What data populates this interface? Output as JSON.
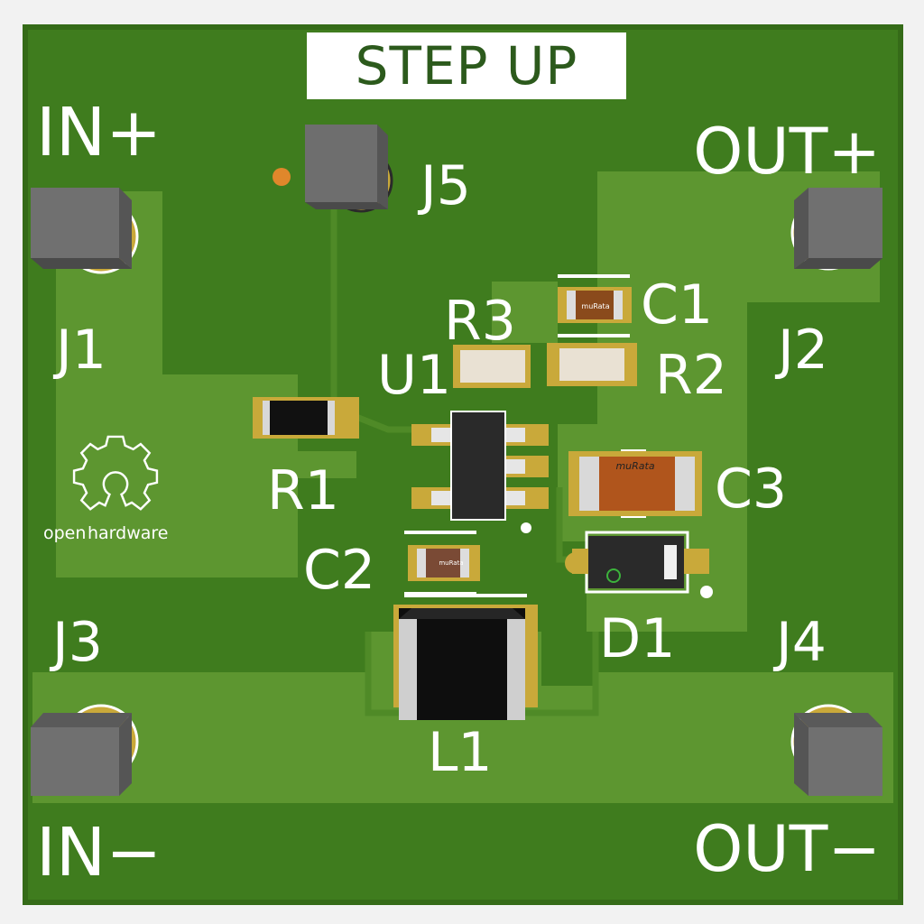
{
  "board": {
    "title": "STEP UP",
    "colors": {
      "background": "#f2f2f2",
      "board": "#3f7c1e",
      "copper_pour": "#5d9630",
      "trace": "#548c2a",
      "silkscreen": "#ffffff",
      "pad": "#c9a93a",
      "connector_body": "#6b6b6b"
    },
    "terminal_labels": {
      "in_plus": "IN+",
      "in_minus": "IN−",
      "out_plus": "OUT+",
      "out_minus": "OUT−"
    },
    "designators": {
      "j1": "J1",
      "j2": "J2",
      "j3": "J3",
      "j4": "J4",
      "j5": "J5",
      "r1": "R1",
      "r2": "R2",
      "r3": "R3",
      "c1": "C1",
      "c2": "C2",
      "c3": "C3",
      "u1": "U1",
      "d1": "D1",
      "l1": "L1"
    },
    "logo": {
      "text_open": "open",
      "text_hardware": "hardware",
      "icon": "open-hardware-gear-icon"
    },
    "component_markings": {
      "c3": "muRata",
      "c1": "muRata",
      "c2": "muRata"
    }
  }
}
